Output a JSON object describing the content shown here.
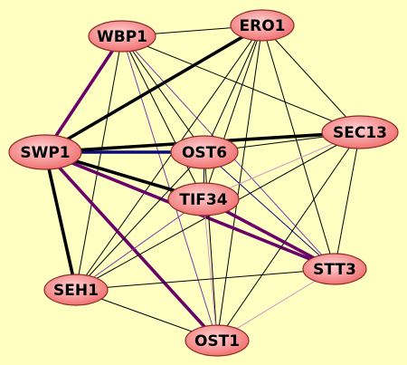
{
  "colors": {
    "background": "#ffffc2",
    "node_fill_light": "#ffd4d4",
    "node_fill_dark": "#f06a6a",
    "node_stroke": "#8a2a2a",
    "edge_black": "#000000",
    "edge_purple": "#6a006a",
    "edge_blue": "#0a0a78",
    "edge_violet": "#7a3aa8",
    "edge_pink": "#d890c8"
  },
  "network": {
    "nodes": [
      {
        "id": "WBP1",
        "label": "WBP1"
      },
      {
        "id": "ERO1",
        "label": "ERO1"
      },
      {
        "id": "SWP1",
        "label": "SWP1"
      },
      {
        "id": "OST6",
        "label": "OST6"
      },
      {
        "id": "SEC13",
        "label": "SEC13"
      },
      {
        "id": "TIF34",
        "label": "TIF34"
      },
      {
        "id": "STT3",
        "label": "STT3"
      },
      {
        "id": "SEH1",
        "label": "SEH1"
      },
      {
        "id": "OST1",
        "label": "OST1"
      }
    ],
    "edges": [
      {
        "source": "WBP1",
        "target": "ERO1",
        "color": "black",
        "weight": "thin"
      },
      {
        "source": "WBP1",
        "target": "OST6",
        "color": "black",
        "weight": "thin"
      },
      {
        "source": "WBP1",
        "target": "TIF34",
        "color": "black",
        "weight": "thin"
      },
      {
        "source": "WBP1",
        "target": "SEC13",
        "color": "black",
        "weight": "thin"
      },
      {
        "source": "WBP1",
        "target": "STT3",
        "color": "violet",
        "weight": "thin"
      },
      {
        "source": "WBP1",
        "target": "OST1",
        "color": "violet",
        "weight": "thin"
      },
      {
        "source": "WBP1",
        "target": "SEH1",
        "color": "black",
        "weight": "thin"
      },
      {
        "source": "WBP1",
        "target": "SWP1",
        "color": "purple",
        "weight": "thick"
      },
      {
        "source": "ERO1",
        "target": "SWP1",
        "color": "black",
        "weight": "thick"
      },
      {
        "source": "ERO1",
        "target": "OST6",
        "color": "black",
        "weight": "thin"
      },
      {
        "source": "ERO1",
        "target": "TIF34",
        "color": "black",
        "weight": "thin"
      },
      {
        "source": "ERO1",
        "target": "SEC13",
        "color": "black",
        "weight": "thin"
      },
      {
        "source": "ERO1",
        "target": "STT3",
        "color": "black",
        "weight": "thin"
      },
      {
        "source": "ERO1",
        "target": "SEH1",
        "color": "black",
        "weight": "thin"
      },
      {
        "source": "ERO1",
        "target": "OST1",
        "color": "black",
        "weight": "thin"
      },
      {
        "source": "SWP1",
        "target": "OST6",
        "color": "blue",
        "weight": "thick"
      },
      {
        "source": "SWP1",
        "target": "SEC13",
        "color": "black",
        "weight": "thick"
      },
      {
        "source": "SWP1",
        "target": "TIF34",
        "color": "black",
        "weight": "thick"
      },
      {
        "source": "SWP1",
        "target": "STT3",
        "color": "purple",
        "weight": "thick"
      },
      {
        "source": "SWP1",
        "target": "OST1",
        "color": "purple",
        "weight": "thick"
      },
      {
        "source": "SWP1",
        "target": "SEH1",
        "color": "black",
        "weight": "thick"
      },
      {
        "source": "OST6",
        "target": "SEC13",
        "color": "black",
        "weight": "thin"
      },
      {
        "source": "OST6",
        "target": "TIF34",
        "color": "black",
        "weight": "thin"
      },
      {
        "source": "OST6",
        "target": "STT3",
        "color": "blue",
        "weight": "thin"
      },
      {
        "source": "OST6",
        "target": "SEH1",
        "color": "black",
        "weight": "thin"
      },
      {
        "source": "OST6",
        "target": "OST1",
        "color": "black",
        "weight": "thin"
      },
      {
        "source": "SEC13",
        "target": "TIF34",
        "color": "pink",
        "weight": "thin"
      },
      {
        "source": "SEC13",
        "target": "STT3",
        "color": "black",
        "weight": "thin"
      },
      {
        "source": "SEC13",
        "target": "SEH1",
        "color": "black",
        "weight": "thin"
      },
      {
        "source": "SEC13",
        "target": "OST1",
        "color": "black",
        "weight": "thin"
      },
      {
        "source": "TIF34",
        "target": "STT3",
        "color": "purple",
        "weight": "thick"
      },
      {
        "source": "TIF34",
        "target": "SEH1",
        "color": "violet",
        "weight": "thin"
      },
      {
        "source": "TIF34",
        "target": "OST1",
        "color": "pink",
        "weight": "thin"
      },
      {
        "source": "STT3",
        "target": "SEH1",
        "color": "black",
        "weight": "thin"
      },
      {
        "source": "STT3",
        "target": "OST1",
        "color": "pink",
        "weight": "thin"
      },
      {
        "source": "SEH1",
        "target": "OST1",
        "color": "black",
        "weight": "thin"
      }
    ]
  }
}
